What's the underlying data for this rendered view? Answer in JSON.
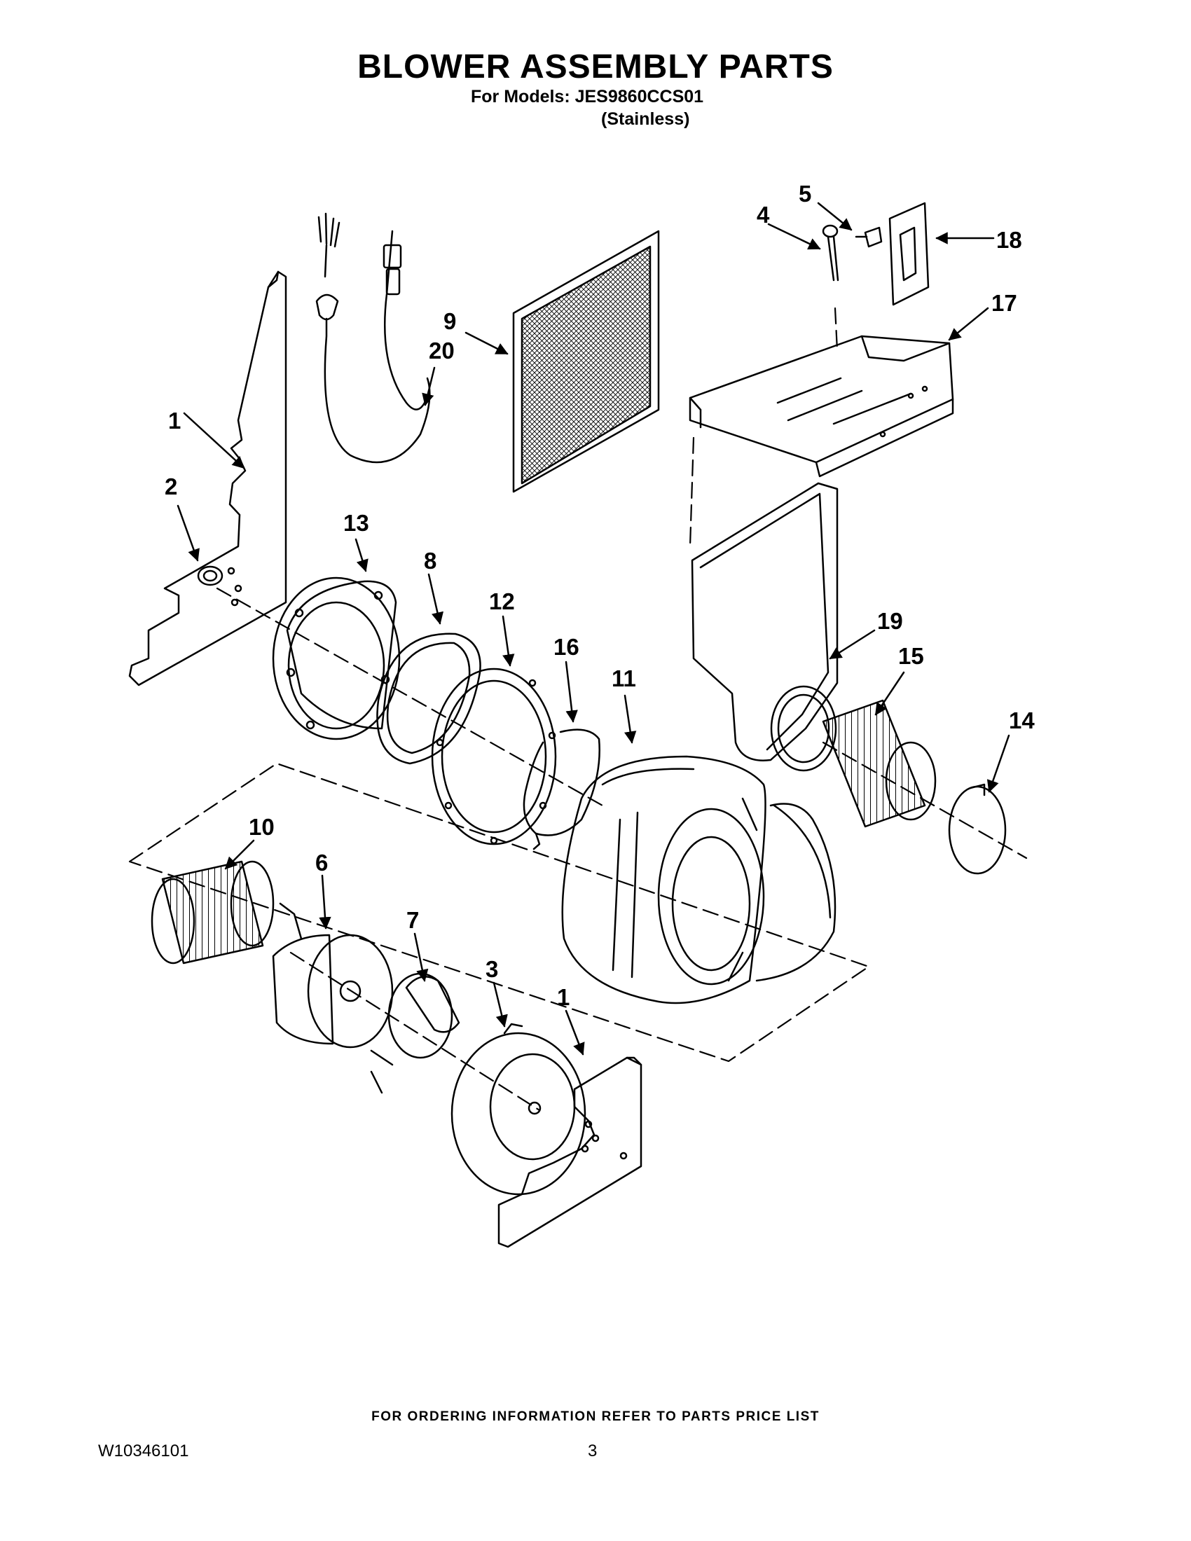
{
  "header": {
    "title": "BLOWER ASSEMBLY PARTS",
    "models_line": "For Models: JES9860CCS01",
    "finish_line": "(Stainless)"
  },
  "callouts": {
    "c1_top": "1",
    "c1_bottom": "1",
    "c2": "2",
    "c3": "3",
    "c4": "4",
    "c5": "5",
    "c6": "6",
    "c7": "7",
    "c8": "8",
    "c9": "9",
    "c10": "10",
    "c11": "11",
    "c12": "12",
    "c13": "13",
    "c14": "14",
    "c15": "15",
    "c16": "16",
    "c17": "17",
    "c18": "18",
    "c19": "19",
    "c20": "20"
  },
  "footer": {
    "ordering_note": "FOR ORDERING INFORMATION REFER TO PARTS PRICE LIST",
    "document_number": "W10346101",
    "page_number": "3"
  }
}
